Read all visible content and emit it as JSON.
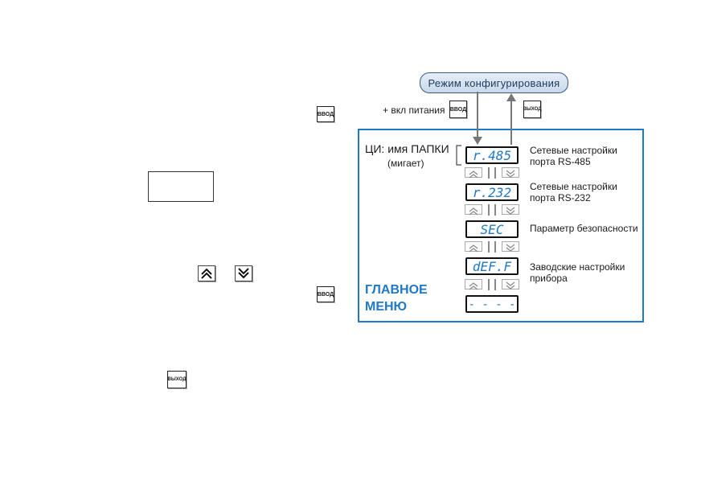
{
  "keys": {
    "vvod": "ВВОД",
    "vyhod": "ВЫХОД"
  },
  "mode_pill": "Режим конфигурирования",
  "power_on_label": "+ вкл питания",
  "panel": {
    "ci_title": "ЦИ: имя ПАПКИ",
    "ci_sub": "(мигает)",
    "main_menu": [
      "ГЛАВНОЕ",
      "МЕНЮ"
    ],
    "items": [
      {
        "display": "r.485",
        "desc": [
          "Сетевые настройки",
          "порта RS-485"
        ]
      },
      {
        "display": "r.232",
        "desc": [
          "Сетевые настройки",
          "порта RS-232"
        ]
      },
      {
        "display": "SEC",
        "desc": [
          "Параметр безопасности"
        ]
      },
      {
        "display": "dEF.F",
        "desc": [
          "Заводские настройки",
          "прибора"
        ]
      },
      {
        "display": "- - - -",
        "desc": []
      }
    ]
  },
  "colors": {
    "accent": "#1f78c8",
    "display_digits": "#1f78c8",
    "pill_border": "#3a5a80"
  }
}
